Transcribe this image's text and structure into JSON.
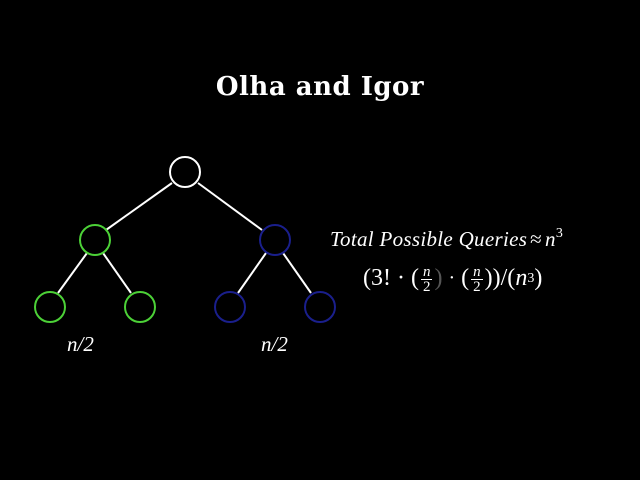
{
  "title": "Olha and Igor",
  "tree": {
    "colors": {
      "root": "#ffffff",
      "left_subtree": "#4cd137",
      "right_subtree": "#1a1f8c",
      "edges": "#ffffff"
    },
    "labels": {
      "left": "n/2",
      "right": "n/2"
    }
  },
  "formula": {
    "total_text": "Total Possible Queries",
    "approx_symbol": "≈",
    "total_base": "n",
    "total_exp": "3",
    "expr": {
      "open": "(3! ·",
      "frac_num": "n",
      "frac_den": "2",
      "dot": "·",
      "close": "))/(",
      "n": "n",
      "exp": "3",
      "end": ")"
    }
  }
}
